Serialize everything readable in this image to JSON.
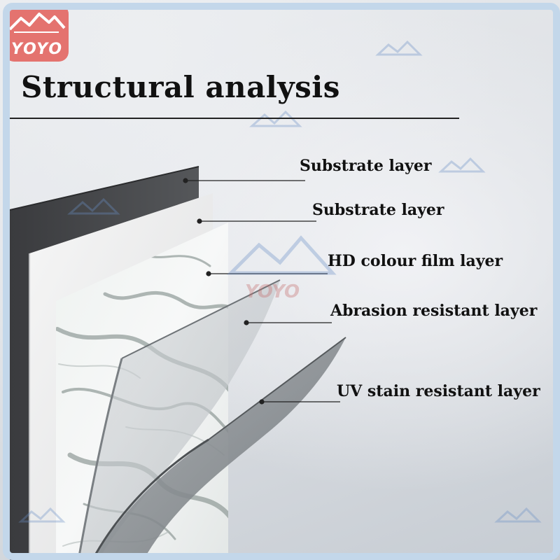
{
  "logo": {
    "text": "YOYO"
  },
  "title": "Structural analysis",
  "layers": [
    {
      "label": "Substrate layer"
    },
    {
      "label": "Substrate layer"
    },
    {
      "label": "HD colour film layer"
    },
    {
      "label": "Abrasion resistant layer"
    },
    {
      "label": "UV stain resistant layer"
    }
  ],
  "colors": {
    "frame_border": "#c3d7ea",
    "logo_bg": "#e4736f",
    "dark_layer": "#4a4b4e",
    "light_layer": "#ededed",
    "marble_base": "#f1f3f2",
    "marble_vein": "#8f9a97"
  }
}
